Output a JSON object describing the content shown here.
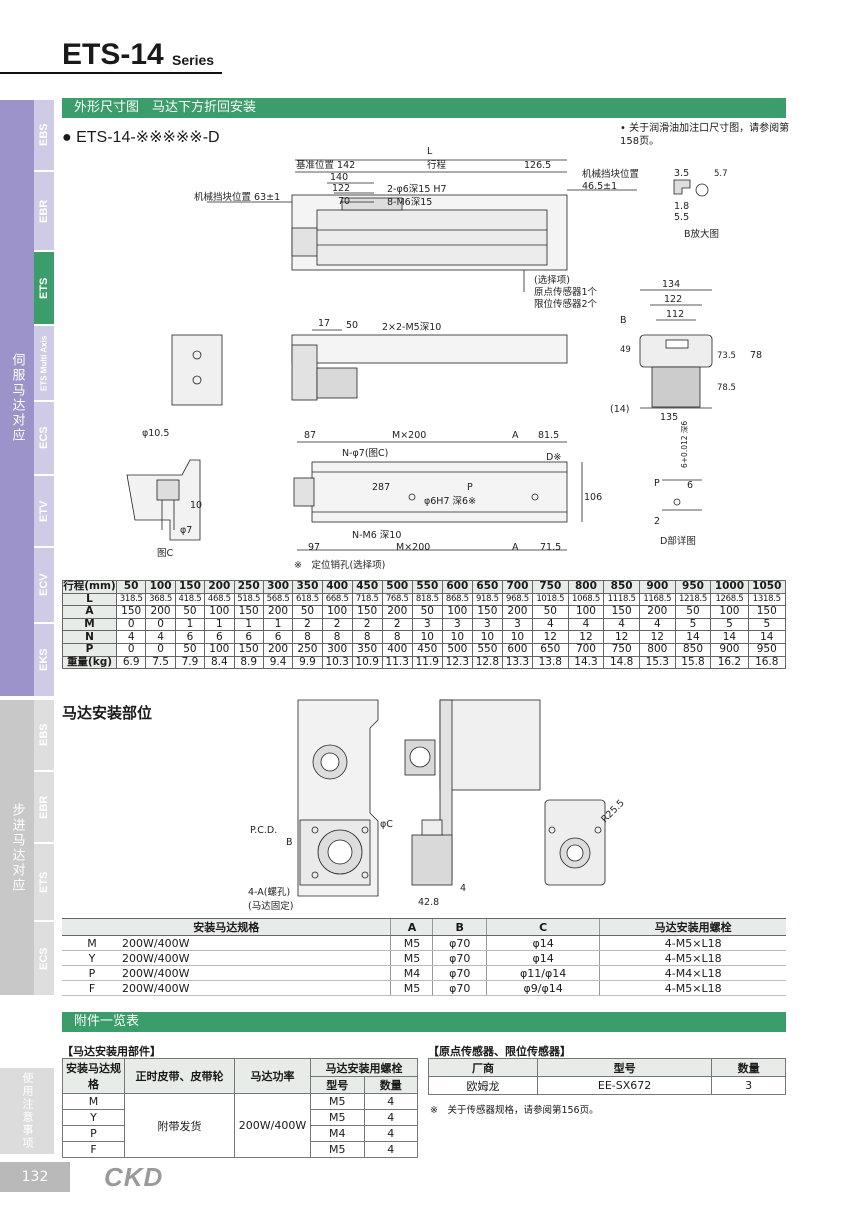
{
  "header": {
    "title": "ETS-14",
    "subtitle": "Series"
  },
  "sidebar": {
    "cat1": "伺服马达对应",
    "cat2": "步进马达对应",
    "cat3": "使用注意事项",
    "tabs1": [
      "EBS",
      "EBR",
      "ETS",
      "ETS Multi Axis",
      "ECS",
      "ETV",
      "ECV",
      "EKS"
    ],
    "tabs2": [
      "EBS",
      "EBR",
      "ETS",
      "ECS"
    ]
  },
  "section1": "外形尺寸图　马达下方折回安装",
  "model": "● ETS-14-※※※※※-D",
  "note_top": "• 关于润滑油加注口尺寸图，请参阅第158页。",
  "drawing_labels": {
    "L": "L",
    "base": "基准位置 142",
    "stroke": "行程",
    "d126": "126.5",
    "d140": "140",
    "d122": "122",
    "d70": "70",
    "h1": "2-φ6深15 H7",
    "h2": "8-M6深15",
    "stop1": "机械挡块位置 63±1",
    "stop2a": "机械挡块位置",
    "stop2b": "46.5±1",
    "opt1": "(选择项)",
    "opt2": "原点传感器1个",
    "opt3": "限位传感器2个",
    "b35": "3.5",
    "b57": "5.7",
    "b18": "1.8",
    "b55": "5.5",
    "bdetail": "B放大图",
    "s17": "17",
    "s50": "50",
    "s2x2": "2×2-M5深10",
    "e134": "134",
    "e122": "122",
    "e112": "112",
    "eB": "B",
    "e49": "49",
    "e735": "73.5",
    "e78": "78",
    "e785": "78.5",
    "e14": "(14)",
    "e135": "135",
    "c105": "φ10.5",
    "c10": "10",
    "c7": "φ7",
    "cC": "图C",
    "t87": "87",
    "tM200": "M×200",
    "tA": "A",
    "t815": "81.5",
    "tN7": "N-φ7(图C)",
    "tD": "D※",
    "t287": "287",
    "tP": "P",
    "tH7": "φ6H7 深6※",
    "t106": "106",
    "tNM6": "N-M6 深10",
    "t97": "97",
    "tM200b": "M×200",
    "tAb": "A",
    "t715": "71.5",
    "tnote": "※　定位销孔(选择项)",
    "dP": "P",
    "d6": "6",
    "d2": "2",
    "dtol": "6+0.012 深6",
    "ddet": "D部详图",
    "mPCD": "P.C.D.",
    "mB": "B",
    "mC": "φC",
    "m4A": "4-A(螺孔)",
    "mfix": "(马达固定)",
    "m428": "42.8",
    "m4": "4",
    "mR": "R25.5"
  },
  "spec": {
    "headers": [
      "行程(mm)",
      "50",
      "100",
      "150",
      "200",
      "250",
      "300",
      "350",
      "400",
      "450",
      "500",
      "550",
      "600",
      "650",
      "700",
      "750",
      "800",
      "850",
      "900",
      "950",
      "1000",
      "1050"
    ],
    "rows": [
      {
        "name": "L",
        "values": [
          "318.5",
          "368.5",
          "418.5",
          "468.5",
          "518.5",
          "568.5",
          "618.5",
          "668.5",
          "718.5",
          "768.5",
          "818.5",
          "868.5",
          "918.5",
          "968.5",
          "1018.5",
          "1068.5",
          "1118.5",
          "1168.5",
          "1218.5",
          "1268.5",
          "1318.5"
        ]
      },
      {
        "name": "A",
        "values": [
          "150",
          "200",
          "50",
          "100",
          "150",
          "200",
          "50",
          "100",
          "150",
          "200",
          "50",
          "100",
          "150",
          "200",
          "50",
          "100",
          "150",
          "200",
          "50",
          "100",
          "150"
        ]
      },
      {
        "name": "M",
        "values": [
          "0",
          "0",
          "1",
          "1",
          "1",
          "1",
          "2",
          "2",
          "2",
          "2",
          "3",
          "3",
          "3",
          "3",
          "4",
          "4",
          "4",
          "4",
          "5",
          "5",
          "5"
        ]
      },
      {
        "name": "N",
        "values": [
          "4",
          "4",
          "6",
          "6",
          "6",
          "6",
          "8",
          "8",
          "8",
          "8",
          "10",
          "10",
          "10",
          "10",
          "12",
          "12",
          "12",
          "12",
          "14",
          "14",
          "14"
        ]
      },
      {
        "name": "P",
        "values": [
          "0",
          "0",
          "50",
          "100",
          "150",
          "200",
          "250",
          "300",
          "350",
          "400",
          "450",
          "500",
          "550",
          "600",
          "650",
          "700",
          "750",
          "800",
          "850",
          "900",
          "950"
        ]
      },
      {
        "name": "重量(kg)",
        "values": [
          "6.9",
          "7.5",
          "7.9",
          "8.4",
          "8.9",
          "9.4",
          "9.9",
          "10.3",
          "10.9",
          "11.3",
          "11.9",
          "12.3",
          "12.8",
          "13.3",
          "13.8",
          "14.3",
          "14.8",
          "15.3",
          "15.8",
          "16.2",
          "16.8"
        ]
      }
    ]
  },
  "motor": {
    "title": "马达安装部位",
    "headers": [
      "安装马达规格",
      "A",
      "B",
      "C",
      "马达安装用螺栓"
    ],
    "rows": [
      [
        "M",
        "200W/400W",
        "M5",
        "φ70",
        "φ14",
        "4-M5×L18"
      ],
      [
        "Y",
        "200W/400W",
        "M5",
        "φ70",
        "φ14",
        "4-M5×L18"
      ],
      [
        "P",
        "200W/400W",
        "M4",
        "φ70",
        "φ11/φ14",
        "4-M4×L18"
      ],
      [
        "F",
        "200W/400W",
        "M5",
        "φ70",
        "φ9/φ14",
        "4-M5×L18"
      ]
    ]
  },
  "section2": "附件一览表",
  "acc": {
    "title": "【马达安装用部件】",
    "h1": "安装马达规格",
    "h2": "正时皮带、皮带轮",
    "h3": "马达功率",
    "h4": "马达安装用螺栓",
    "h5": "型号",
    "h6": "数量",
    "codes": [
      "M",
      "Y",
      "P",
      "F"
    ],
    "belt": "附带发货",
    "power": "200W/400W",
    "bolts": [
      [
        "M5",
        "4"
      ],
      [
        "M5",
        "4"
      ],
      [
        "M4",
        "4"
      ],
      [
        "M5",
        "4"
      ]
    ]
  },
  "sensor": {
    "title": "【原点传感器、限位传感器】",
    "headers": [
      "厂商",
      "型号",
      "数量"
    ],
    "row": [
      "欧姆龙",
      "EE-SX672",
      "3"
    ],
    "note": "※　关于传感器规格，请参阅第156页。"
  },
  "footer": {
    "page": "132",
    "logo": "CKD"
  },
  "colors": {
    "green": "#3a9d6a",
    "purple": "#9b93c9",
    "gray": "#b9b9b9"
  }
}
